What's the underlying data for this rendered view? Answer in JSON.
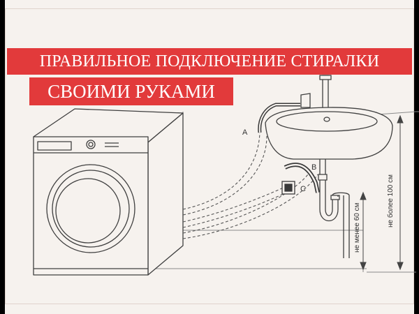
{
  "title_line_1": "ПРАВИЛЬНОЕ ПОДКЛЮЧЕНИЕ СТИРАЛКИ",
  "title_line_2": "СВОИМИ РУКАМИ",
  "labels": {
    "a": "A",
    "b": "B",
    "c": "C",
    "max_height": "не более 100 см",
    "min_height": "не менее 60 см"
  },
  "colors": {
    "banner": "#e23a3b",
    "background": "#f6f2ee",
    "line": "#444444",
    "hose": "#555555"
  }
}
